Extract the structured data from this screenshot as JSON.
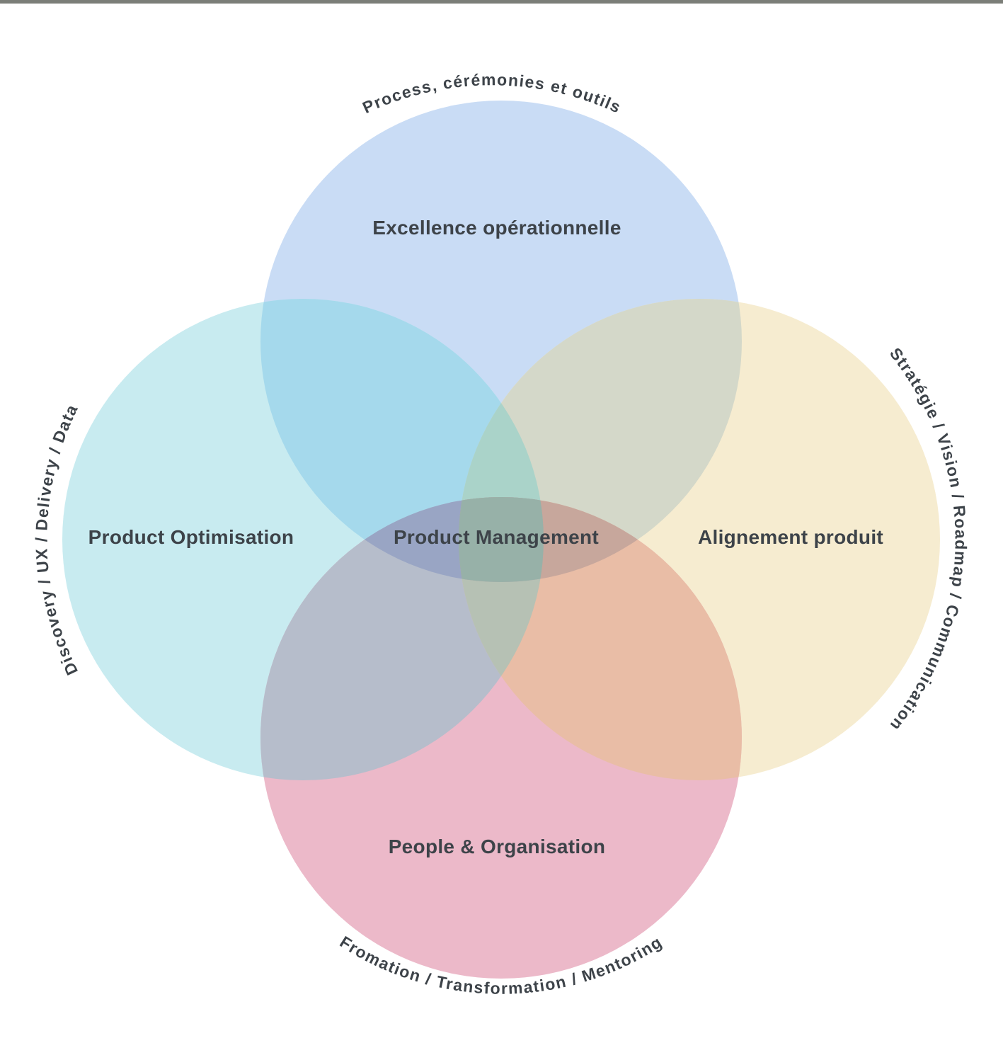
{
  "page": {
    "top_bar_color": "#7b7e78",
    "background": "#ffffff"
  },
  "diagram": {
    "text_color": "#3d4349",
    "center_label": "Product Management",
    "circles": [
      {
        "id": "top",
        "label": "Excellence opérationnelle",
        "arc_label": "Process, cérémonies et outils",
        "color": "#c9dcf5"
      },
      {
        "id": "left",
        "label": "Product Optimisation",
        "arc_label": "Discovery / UX / Delivery / Data",
        "color": "#c8ebf0"
      },
      {
        "id": "right",
        "label": "Alignement produit",
        "arc_label": "Stratégie / Vision / Roadmap / Communication",
        "color": "#f6ecd0"
      },
      {
        "id": "bottom",
        "label": "People & Organisation",
        "arc_label": "Fromation / Transformation / Mentoring",
        "color": "#ecb9c9"
      }
    ],
    "overlaps": {
      "top_left": "#a5d9ec",
      "top_right": "#d4d8c9",
      "bottom_left": "#b6bdcb",
      "bottom_right": "#e9bda6",
      "top_left_right": "#aad3c9",
      "bottomom_left_right_note": "",
      "bottom_left_right": "#b6c1b4",
      "top_bottom_left": "#99a5c4",
      "top_bottom_right": "#c7a79c",
      "center": "#97b1a8"
    }
  }
}
